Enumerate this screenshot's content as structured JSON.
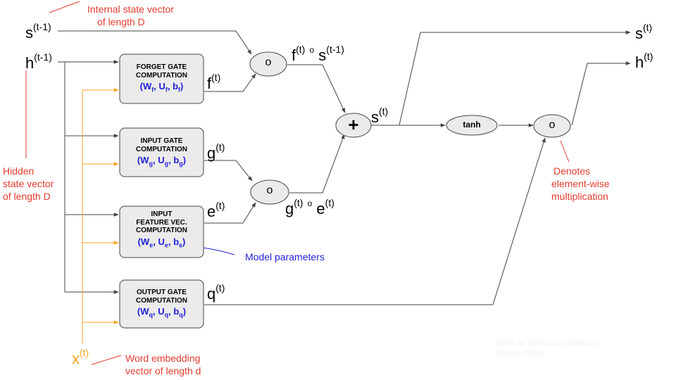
{
  "gates": {
    "forget": {
      "title_lines": [
        "FORGET GATE",
        "COMPUTATION"
      ],
      "param_letter": "f"
    },
    "input": {
      "title_lines": [
        "INPUT GATE",
        "COMPUTATION"
      ],
      "param_letter": "g"
    },
    "feature": {
      "title_lines": [
        "INPUT",
        "FEATURE VEC.",
        "COMPUTATION"
      ],
      "param_letter": "e"
    },
    "output": {
      "title_lines": [
        "OUTPUT GATE",
        "COMPUTATION"
      ],
      "param_letter": "q"
    }
  },
  "param_template": [
    "(W",
    ", U",
    ", b",
    ")"
  ],
  "labels": {
    "s_prev": {
      "base": "s",
      "sup": "(t-1)"
    },
    "h_prev": {
      "base": "h",
      "sup": "(t-1)"
    },
    "f_t": {
      "base": "f",
      "sup": "(t)"
    },
    "g_t": {
      "base": "g",
      "sup": "(t)"
    },
    "e_t": {
      "base": "e",
      "sup": "(t)"
    },
    "q_t": {
      "base": "q",
      "sup": "(t)"
    },
    "s_t_mid": {
      "base": "s",
      "sup": "(t)"
    },
    "s_t_out": {
      "base": "s",
      "sup": "(t)"
    },
    "h_t_out": {
      "base": "h",
      "sup": "(t)"
    },
    "x_t": {
      "base": "x",
      "sup": "(t)"
    },
    "f_o_s": {
      "a": "f",
      "a_sup": "(t)",
      "op": "o",
      "b": "s",
      "b_sup": "(t-1)"
    },
    "g_o_e": {
      "a": "g",
      "a_sup": "(t)",
      "op": "o",
      "b": "e",
      "b_sup": "(t)"
    }
  },
  "operators": {
    "mult_top": "o",
    "mult_mid": "o",
    "mult_right": "o",
    "plus": "+",
    "tanh": "tanh"
  },
  "annotations": {
    "internal_state": [
      "Internal state vector",
      "of length D"
    ],
    "hidden_state": [
      "Hidden",
      "state vector",
      "of length D"
    ],
    "elementwise": [
      "Denotes",
      "element-wise",
      "multiplication"
    ],
    "model_params": "Model parameters",
    "word_embedding": [
      "Word embedding",
      "vector of length d"
    ],
    "credit": [
      "Made by Abhimanyu Talwar in",
      "Google Slides."
    ]
  },
  "colors": {
    "annotation_red": "#e23b2e",
    "param_blue": "#1f1fd6",
    "x_input_orange": "#f5a623",
    "node_fill": "#ebebeb",
    "line_gray": "#444444"
  }
}
